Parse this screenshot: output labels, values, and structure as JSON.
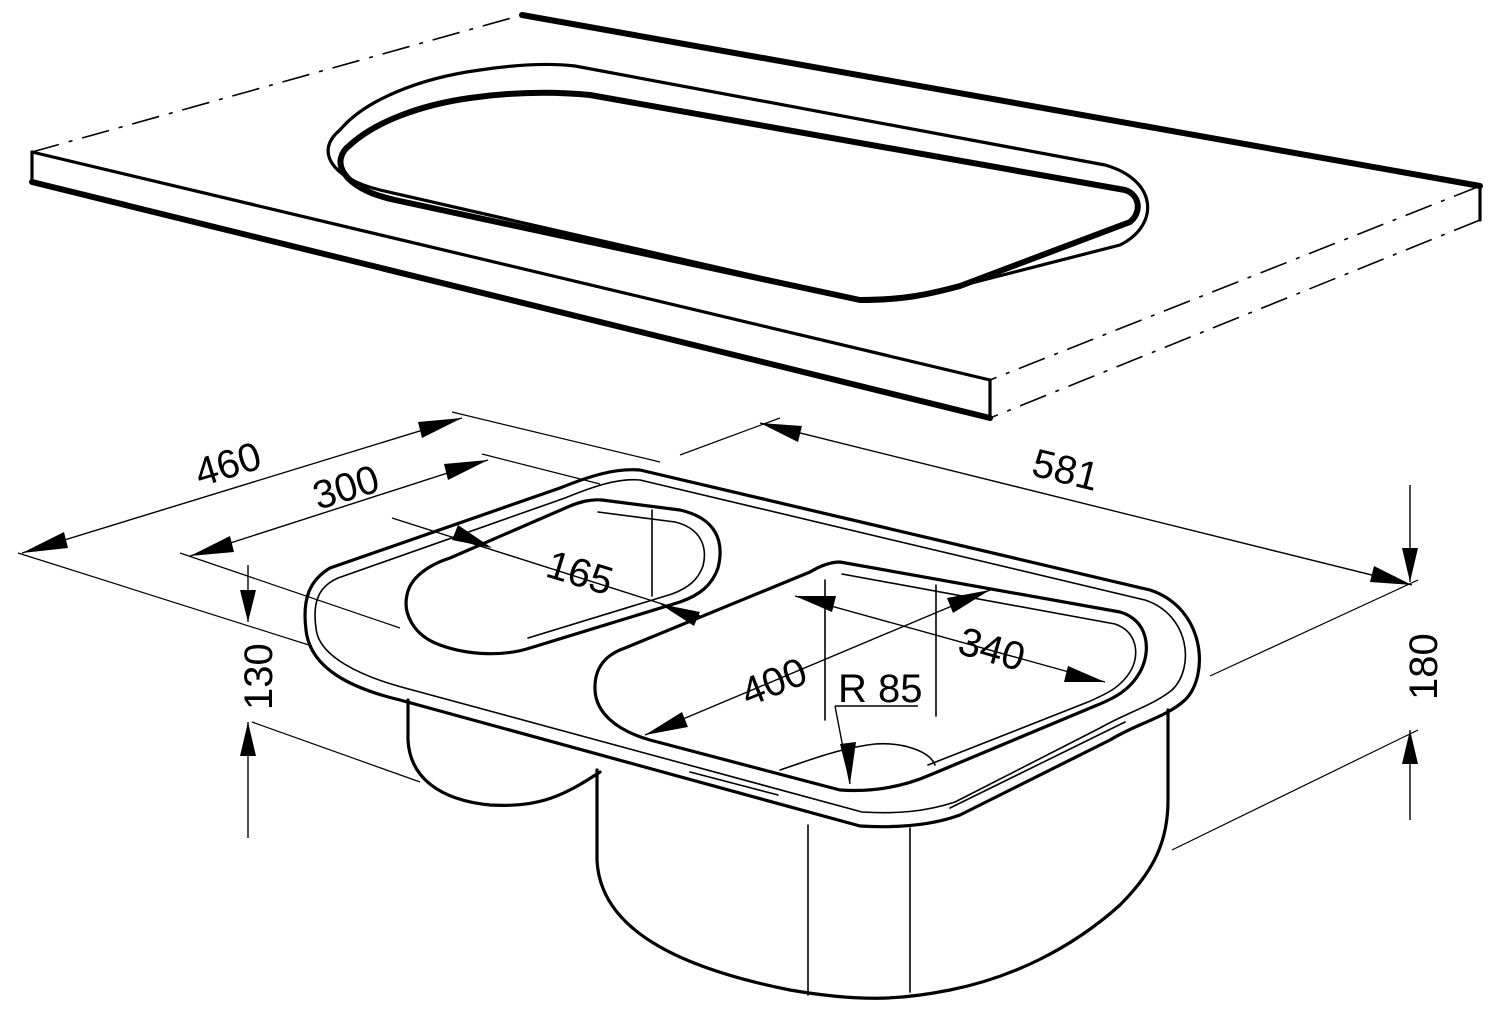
{
  "dimensions": {
    "overall_depth": "460",
    "small_bowl_depth": "300",
    "small_bowl_width": "165",
    "overall_width": "581",
    "large_bowl_depth": "400",
    "large_bowl_width": "340",
    "corner_radius": "R 85",
    "small_bowl_height": "130",
    "large_bowl_height": "180"
  }
}
